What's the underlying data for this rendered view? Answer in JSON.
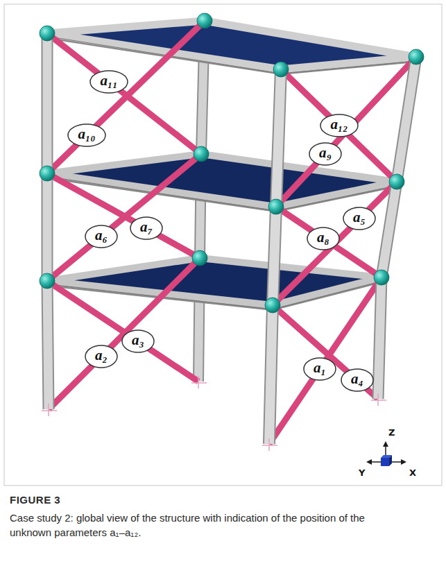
{
  "diagram": {
    "title": "FIGURE 3",
    "caption": "Case study 2: global view of the structure with indication of the position of the unknown parameters a₁–a₁₂.",
    "nodes": [
      {
        "text": [
          "a₁"
        ]
      },
      {
        "text": [
          "a₂"
        ]
      },
      {
        "text": [
          "a₃"
        ]
      },
      {
        "text": [
          "a₄"
        ]
      },
      {
        "text": [
          "a₅"
        ]
      },
      {
        "text": [
          "a₆"
        ]
      },
      {
        "text": [
          "a₇"
        ]
      },
      {
        "text": [
          "a₈"
        ]
      },
      {
        "text": [
          "a₉"
        ]
      },
      {
        "text": [
          "a₁₀"
        ]
      },
      {
        "text": [
          "a₁₁"
        ]
      },
      {
        "text": [
          "a₁₂"
        ]
      }
    ],
    "labels": [
      "Z",
      "Y",
      "X"
    ]
  }
}
